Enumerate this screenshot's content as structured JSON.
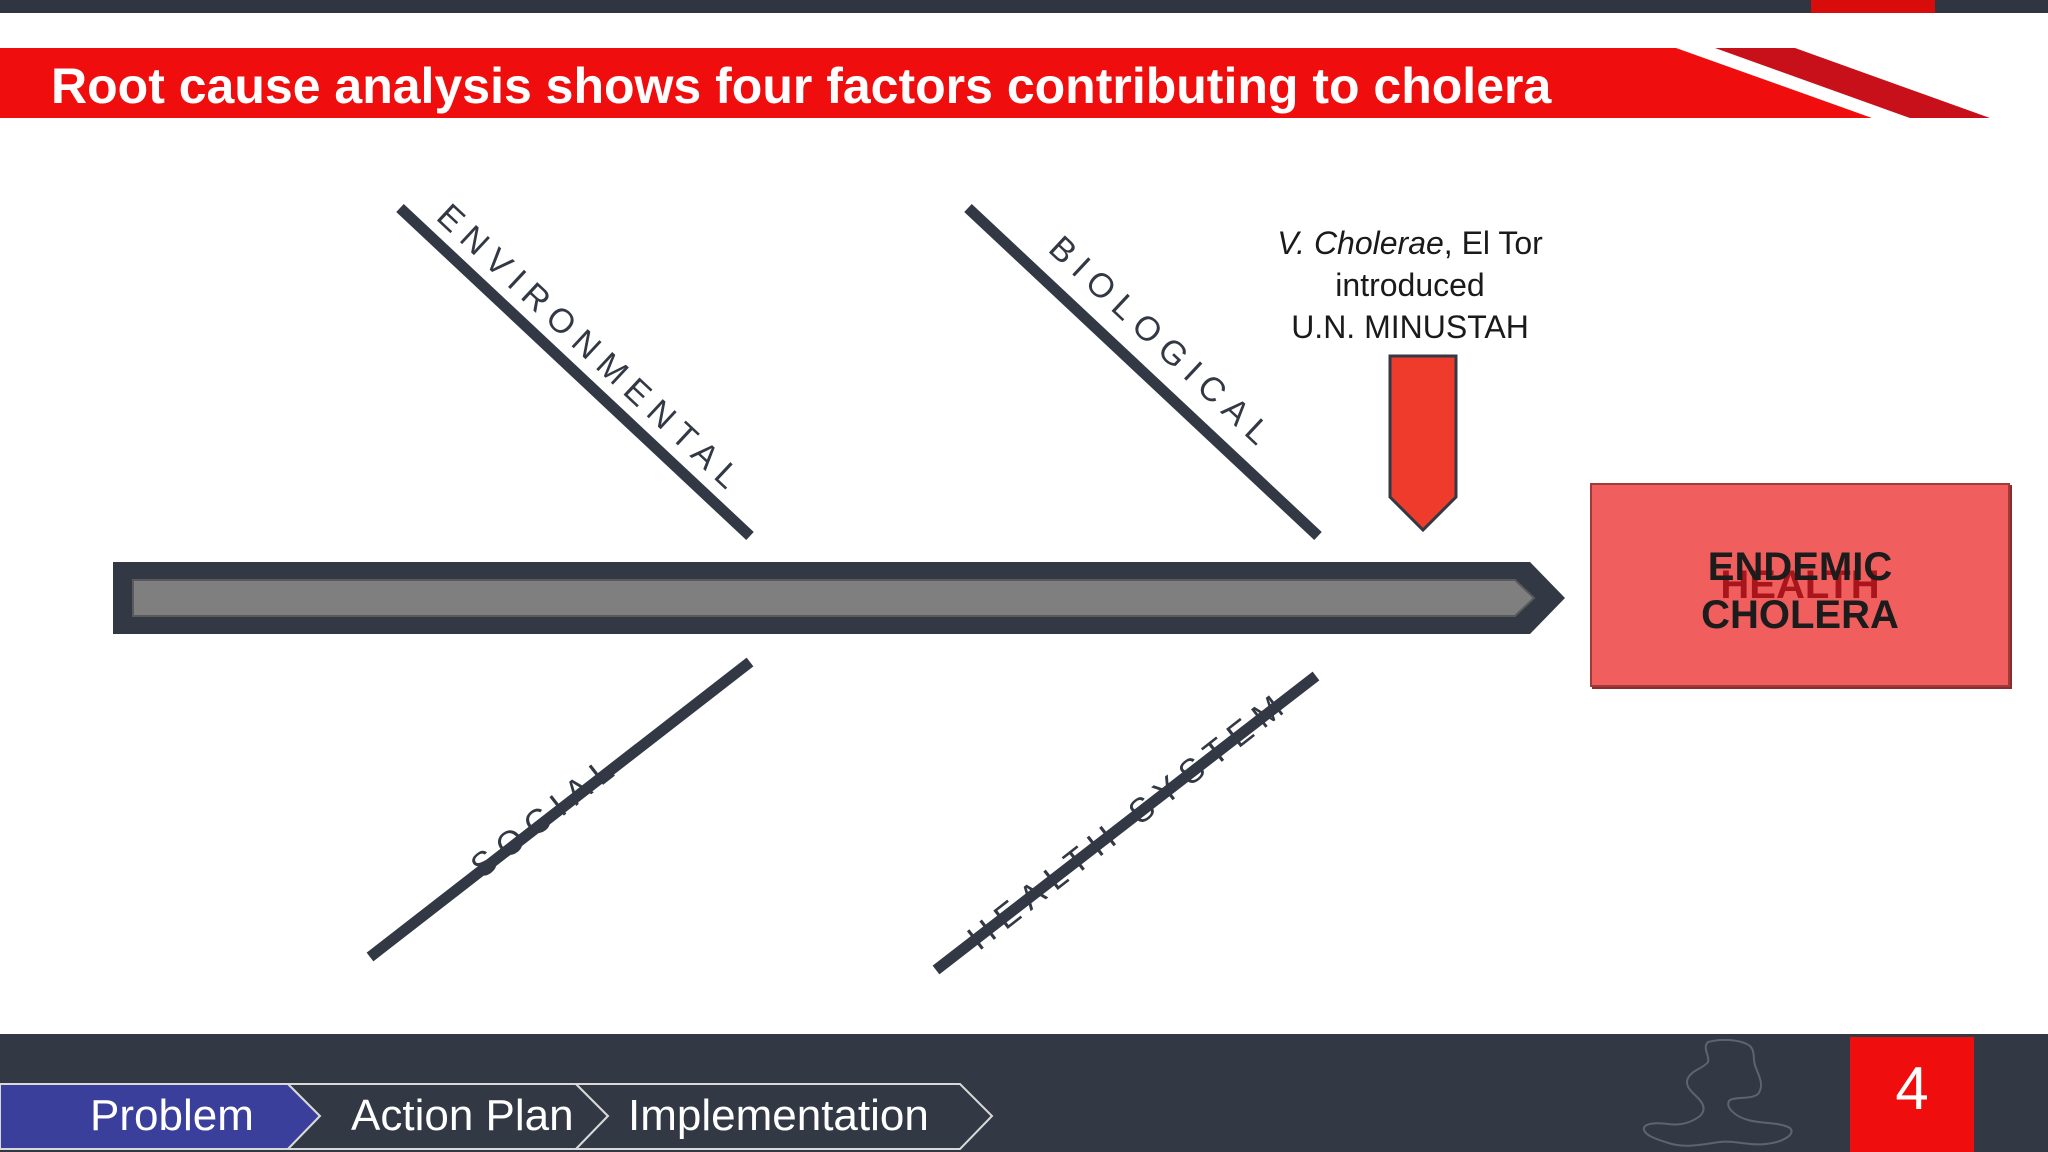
{
  "slide": {
    "title": "Root cause analysis shows four factors contributing to cholera",
    "page_number": "4"
  },
  "diagram": {
    "causes": [
      {
        "label": "ENVIRONMENTAL"
      },
      {
        "label": "BIOLOGICAL"
      },
      {
        "label": "SOCIAL"
      },
      {
        "label": "HEALTH SYSTEM"
      }
    ],
    "cause_note": {
      "italic": "V. Cholerae",
      "line1_rest": ", El Tor",
      "line2": "introduced",
      "line3": "U.N. MINUSTAH"
    },
    "effect": {
      "line1": "ENDEMIC",
      "line2": "CHOLERA",
      "overlapped_text": "HEALTH"
    }
  },
  "nav": {
    "steps": [
      {
        "label": "Problem",
        "active": true
      },
      {
        "label": "Action Plan",
        "active": false
      },
      {
        "label": "Implementation",
        "active": false
      }
    ]
  },
  "colors": {
    "brand_red": "#f00d0d",
    "dark_slate": "#323844",
    "active_step": "#3a3f9c",
    "effect_fill": "#f05e5e"
  }
}
